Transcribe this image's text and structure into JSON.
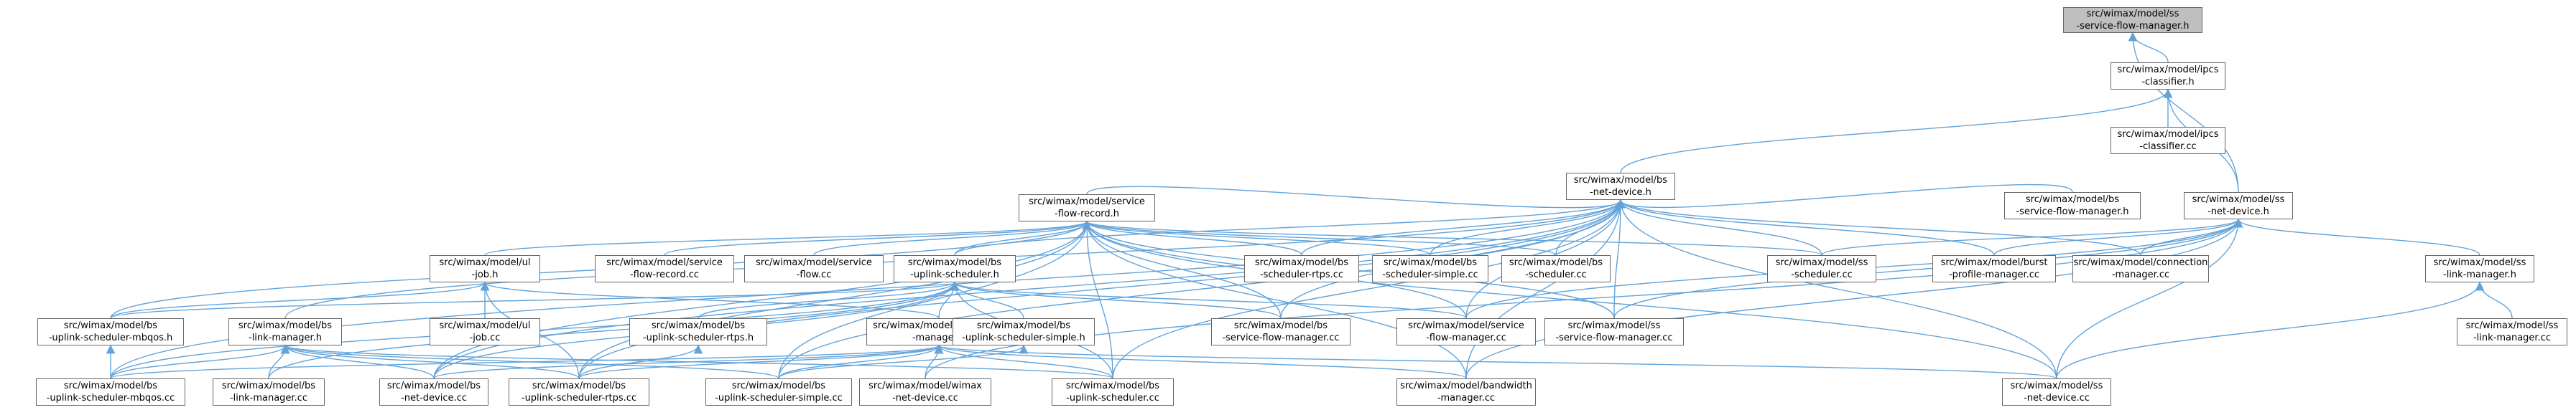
{
  "edge_color": "#63a3d9",
  "node_border_color": "#666666",
  "root_fill_color": "#bfbfbf",
  "nodes": [
    {
      "id": "ss-sfm-h",
      "lines": [
        "src/wimax/model/ss",
        "-service-flow-manager.h"
      ],
      "root": true
    },
    {
      "id": "ipcs-h",
      "lines": [
        "src/wimax/model/ipcs",
        "-classifier.h"
      ]
    },
    {
      "id": "ipcs-cc",
      "lines": [
        "src/wimax/model/ipcs",
        "-classifier.cc"
      ]
    },
    {
      "id": "bs-netdev-h",
      "lines": [
        "src/wimax/model/bs",
        "-net-device.h"
      ]
    },
    {
      "id": "bs-sfm-h",
      "lines": [
        "src/wimax/model/bs",
        "-service-flow-manager.h"
      ]
    },
    {
      "id": "ss-netdev-h",
      "lines": [
        "src/wimax/model/ss",
        "-net-device.h"
      ]
    },
    {
      "id": "sfr-h",
      "lines": [
        "src/wimax/model/service",
        "-flow-record.h"
      ]
    },
    {
      "id": "ul-job-h",
      "lines": [
        "src/wimax/model/ul",
        "-job.h"
      ]
    },
    {
      "id": "sfr-cc",
      "lines": [
        "src/wimax/model/service",
        "-flow-record.cc"
      ]
    },
    {
      "id": "sf-cc",
      "lines": [
        "src/wimax/model/service",
        "-flow.cc"
      ]
    },
    {
      "id": "bs-us-h",
      "lines": [
        "src/wimax/model/bs",
        "-uplink-scheduler.h"
      ]
    },
    {
      "id": "bs-sched-rtps-cc",
      "lines": [
        "src/wimax/model/bs",
        "-scheduler-rtps.cc"
      ]
    },
    {
      "id": "bs-sched-simple-cc",
      "lines": [
        "src/wimax/model/bs",
        "-scheduler-simple.cc"
      ]
    },
    {
      "id": "bs-sched-cc",
      "lines": [
        "src/wimax/model/bs",
        "-scheduler.cc"
      ]
    },
    {
      "id": "ss-sched-cc",
      "lines": [
        "src/wimax/model/ss",
        "-scheduler.cc"
      ]
    },
    {
      "id": "burst-cc",
      "lines": [
        "src/wimax/model/burst",
        "-profile-manager.cc"
      ]
    },
    {
      "id": "conn-cc",
      "lines": [
        "src/wimax/model/connection",
        "-manager.cc"
      ]
    },
    {
      "id": "ss-lm-h",
      "lines": [
        "src/wimax/model/ss",
        "-link-manager.h"
      ]
    },
    {
      "id": "ss-lm-cc",
      "lines": [
        "src/wimax/model/ss",
        "-link-manager.cc"
      ]
    },
    {
      "id": "ul-job-cc",
      "lines": [
        "src/wimax/model/ul",
        "-job.cc"
      ]
    },
    {
      "id": "bs-usm-h",
      "lines": [
        "src/wimax/model/bs",
        "-uplink-scheduler-mbqos.h"
      ]
    },
    {
      "id": "bs-lm-h",
      "lines": [
        "src/wimax/model/bs",
        "-link-manager.h"
      ]
    },
    {
      "id": "bw-h",
      "lines": [
        "src/wimax/model/bandwidth",
        "-manager.h"
      ]
    },
    {
      "id": "bs-usr-h",
      "lines": [
        "src/wimax/model/bs",
        "-uplink-scheduler-rtps.h"
      ]
    },
    {
      "id": "bs-uss-h",
      "lines": [
        "src/wimax/model/bs",
        "-uplink-scheduler-simple.h"
      ]
    },
    {
      "id": "bs-sfm-cc",
      "lines": [
        "src/wimax/model/bs",
        "-service-flow-manager.cc"
      ]
    },
    {
      "id": "sfm-cc",
      "lines": [
        "src/wimax/model/service",
        "-flow-manager.cc"
      ]
    },
    {
      "id": "ss-sfm-cc",
      "lines": [
        "src/wimax/model/ss",
        "-service-flow-manager.cc"
      ]
    },
    {
      "id": "bs-usm-cc",
      "lines": [
        "src/wimax/model/bs",
        "-uplink-scheduler-mbqos.cc"
      ]
    },
    {
      "id": "bs-lm-cc",
      "lines": [
        "src/wimax/model/bs",
        "-link-manager.cc"
      ]
    },
    {
      "id": "bs-netdev-cc",
      "lines": [
        "src/wimax/model/bs",
        "-net-device.cc"
      ]
    },
    {
      "id": "bs-usr-cc",
      "lines": [
        "src/wimax/model/bs",
        "-uplink-scheduler-rtps.cc"
      ]
    },
    {
      "id": "bs-uss-cc",
      "lines": [
        "src/wimax/model/bs",
        "-uplink-scheduler-simple.cc"
      ]
    },
    {
      "id": "wimax-netdev-cc",
      "lines": [
        "src/wimax/model/wimax",
        "-net-device.cc"
      ]
    },
    {
      "id": "bs-us-cc",
      "lines": [
        "src/wimax/model/bs",
        "-uplink-scheduler.cc"
      ]
    },
    {
      "id": "bw-cc",
      "lines": [
        "src/wimax/model/bandwidth",
        "-manager.cc"
      ]
    },
    {
      "id": "ss-netdev-cc",
      "lines": [
        "src/wimax/model/ss",
        "-net-device.cc"
      ]
    }
  ],
  "edges": [
    [
      "ipcs-h",
      "ss-sfm-h"
    ],
    [
      "ss-netdev-h",
      "ss-sfm-h"
    ],
    [
      "ipcs-cc",
      "ipcs-h"
    ],
    [
      "bs-netdev-h",
      "ipcs-h"
    ],
    [
      "ss-netdev-h",
      "ipcs-h"
    ],
    [
      "sfr-h",
      "bs-netdev-h"
    ],
    [
      "bs-sfm-h",
      "bs-netdev-h"
    ],
    [
      "bs-us-h",
      "bs-netdev-h"
    ],
    [
      "bs-sched-rtps-cc",
      "bs-netdev-h"
    ],
    [
      "bs-sched-simple-cc",
      "bs-netdev-h"
    ],
    [
      "bs-sched-cc",
      "bs-netdev-h"
    ],
    [
      "ss-sched-cc",
      "bs-netdev-h"
    ],
    [
      "burst-cc",
      "bs-netdev-h"
    ],
    [
      "conn-cc",
      "bs-netdev-h"
    ],
    [
      "bs-lm-h",
      "bs-netdev-h"
    ],
    [
      "bs-sfm-cc",
      "bs-netdev-h"
    ],
    [
      "sfm-cc",
      "bs-netdev-h"
    ],
    [
      "ss-sfm-cc",
      "bs-netdev-h"
    ],
    [
      "bs-usm-cc",
      "bs-netdev-h"
    ],
    [
      "bs-netdev-cc",
      "bs-netdev-h"
    ],
    [
      "bs-usr-cc",
      "bs-netdev-h"
    ],
    [
      "bs-uss-cc",
      "bs-netdev-h"
    ],
    [
      "bs-us-cc",
      "bs-netdev-h"
    ],
    [
      "bw-cc",
      "bs-netdev-h"
    ],
    [
      "ss-netdev-cc",
      "bs-netdev-h"
    ],
    [
      "ss-sched-cc",
      "ss-netdev-h"
    ],
    [
      "burst-cc",
      "ss-netdev-h"
    ],
    [
      "conn-cc",
      "ss-netdev-h"
    ],
    [
      "ss-lm-h",
      "ss-netdev-h"
    ],
    [
      "sfm-cc",
      "ss-netdev-h"
    ],
    [
      "ss-sfm-cc",
      "ss-netdev-h"
    ],
    [
      "bw-cc",
      "ss-netdev-h"
    ],
    [
      "ss-netdev-cc",
      "ss-netdev-h"
    ],
    [
      "wimax-netdev-cc",
      "ss-netdev-h"
    ],
    [
      "ss-lm-cc",
      "ss-lm-h"
    ],
    [
      "ss-netdev-cc",
      "ss-lm-h"
    ],
    [
      "ul-job-h",
      "sfr-h"
    ],
    [
      "sfr-cc",
      "sfr-h"
    ],
    [
      "sf-cc",
      "sfr-h"
    ],
    [
      "bs-us-h",
      "sfr-h"
    ],
    [
      "bs-sched-rtps-cc",
      "sfr-h"
    ],
    [
      "bs-sched-simple-cc",
      "sfr-h"
    ],
    [
      "bs-sched-cc",
      "sfr-h"
    ],
    [
      "ss-sched-cc",
      "sfr-h"
    ],
    [
      "bs-usm-h",
      "sfr-h"
    ],
    [
      "bs-sfm-cc",
      "sfr-h"
    ],
    [
      "sfm-cc",
      "sfr-h"
    ],
    [
      "ss-sfm-cc",
      "sfr-h"
    ],
    [
      "bs-usr-cc",
      "sfr-h"
    ],
    [
      "bs-uss-cc",
      "sfr-h"
    ],
    [
      "bs-us-cc",
      "sfr-h"
    ],
    [
      "bw-cc",
      "sfr-h"
    ],
    [
      "ss-netdev-cc",
      "sfr-h"
    ],
    [
      "bs-netdev-cc",
      "sfr-h"
    ],
    [
      "ul-job-cc",
      "ul-job-h"
    ],
    [
      "bs-usm-h",
      "ul-job-h"
    ],
    [
      "bw-h",
      "ul-job-h"
    ],
    [
      "bs-usr-cc",
      "ul-job-h"
    ],
    [
      "bs-usm-h",
      "bs-us-h"
    ],
    [
      "bw-h",
      "bs-us-h"
    ],
    [
      "bs-usr-h",
      "bs-us-h"
    ],
    [
      "bs-uss-h",
      "bs-us-h"
    ],
    [
      "bs-sfm-cc",
      "bs-us-h"
    ],
    [
      "sfm-cc",
      "bs-us-h"
    ],
    [
      "bs-usm-cc",
      "bs-us-h"
    ],
    [
      "bs-netdev-cc",
      "bs-us-h"
    ],
    [
      "bs-us-cc",
      "bs-us-h"
    ],
    [
      "bs-lm-cc",
      "bs-us-h"
    ],
    [
      "bs-usm-cc",
      "bs-usm-h"
    ],
    [
      "bs-lm-cc",
      "bs-lm-h"
    ],
    [
      "bs-netdev-cc",
      "bs-lm-h"
    ],
    [
      "bs-usm-cc",
      "bs-lm-h"
    ],
    [
      "bs-usr-cc",
      "bs-lm-h"
    ],
    [
      "bs-uss-cc",
      "bs-lm-h"
    ],
    [
      "bs-us-cc",
      "bs-lm-h"
    ],
    [
      "bs-usr-cc",
      "bw-h"
    ],
    [
      "bs-uss-cc",
      "bw-h"
    ],
    [
      "wimax-netdev-cc",
      "bw-h"
    ],
    [
      "bs-us-cc",
      "bw-h"
    ],
    [
      "bw-cc",
      "bw-h"
    ],
    [
      "ss-netdev-cc",
      "bw-h"
    ],
    [
      "bs-usm-cc",
      "bw-h"
    ],
    [
      "bs-netdev-cc",
      "bw-h"
    ],
    [
      "bs-usr-cc",
      "bs-usr-h"
    ],
    [
      "bs-uss-cc",
      "bs-uss-h"
    ]
  ]
}
